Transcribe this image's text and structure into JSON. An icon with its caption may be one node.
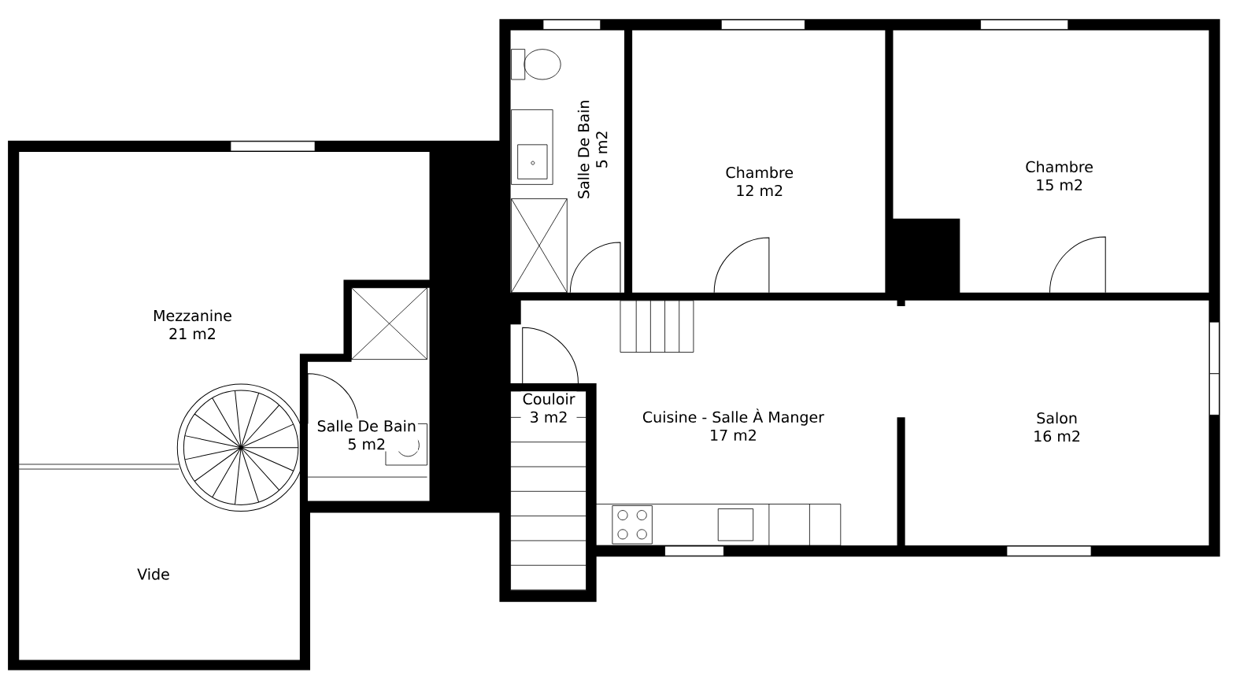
{
  "diagram": {
    "nodes": [
      {
        "text": [
          "Mezzanine",
          "21 m2"
        ]
      },
      {
        "text": [
          "Vide"
        ]
      },
      {
        "text": [
          "Salle De Bain",
          "5 m2"
        ]
      },
      {
        "text": [
          "Salle De Bain",
          "5 m2"
        ]
      },
      {
        "text": [
          "Chambre",
          "12 m2"
        ]
      },
      {
        "text": [
          "Chambre",
          "15 m2"
        ]
      },
      {
        "text": [
          "Couloir",
          "3 m2"
        ]
      },
      {
        "text": [
          "Cuisine - Salle À Manger",
          "17 m2"
        ]
      },
      {
        "text": [
          "Salon",
          "16 m2"
        ]
      }
    ]
  }
}
